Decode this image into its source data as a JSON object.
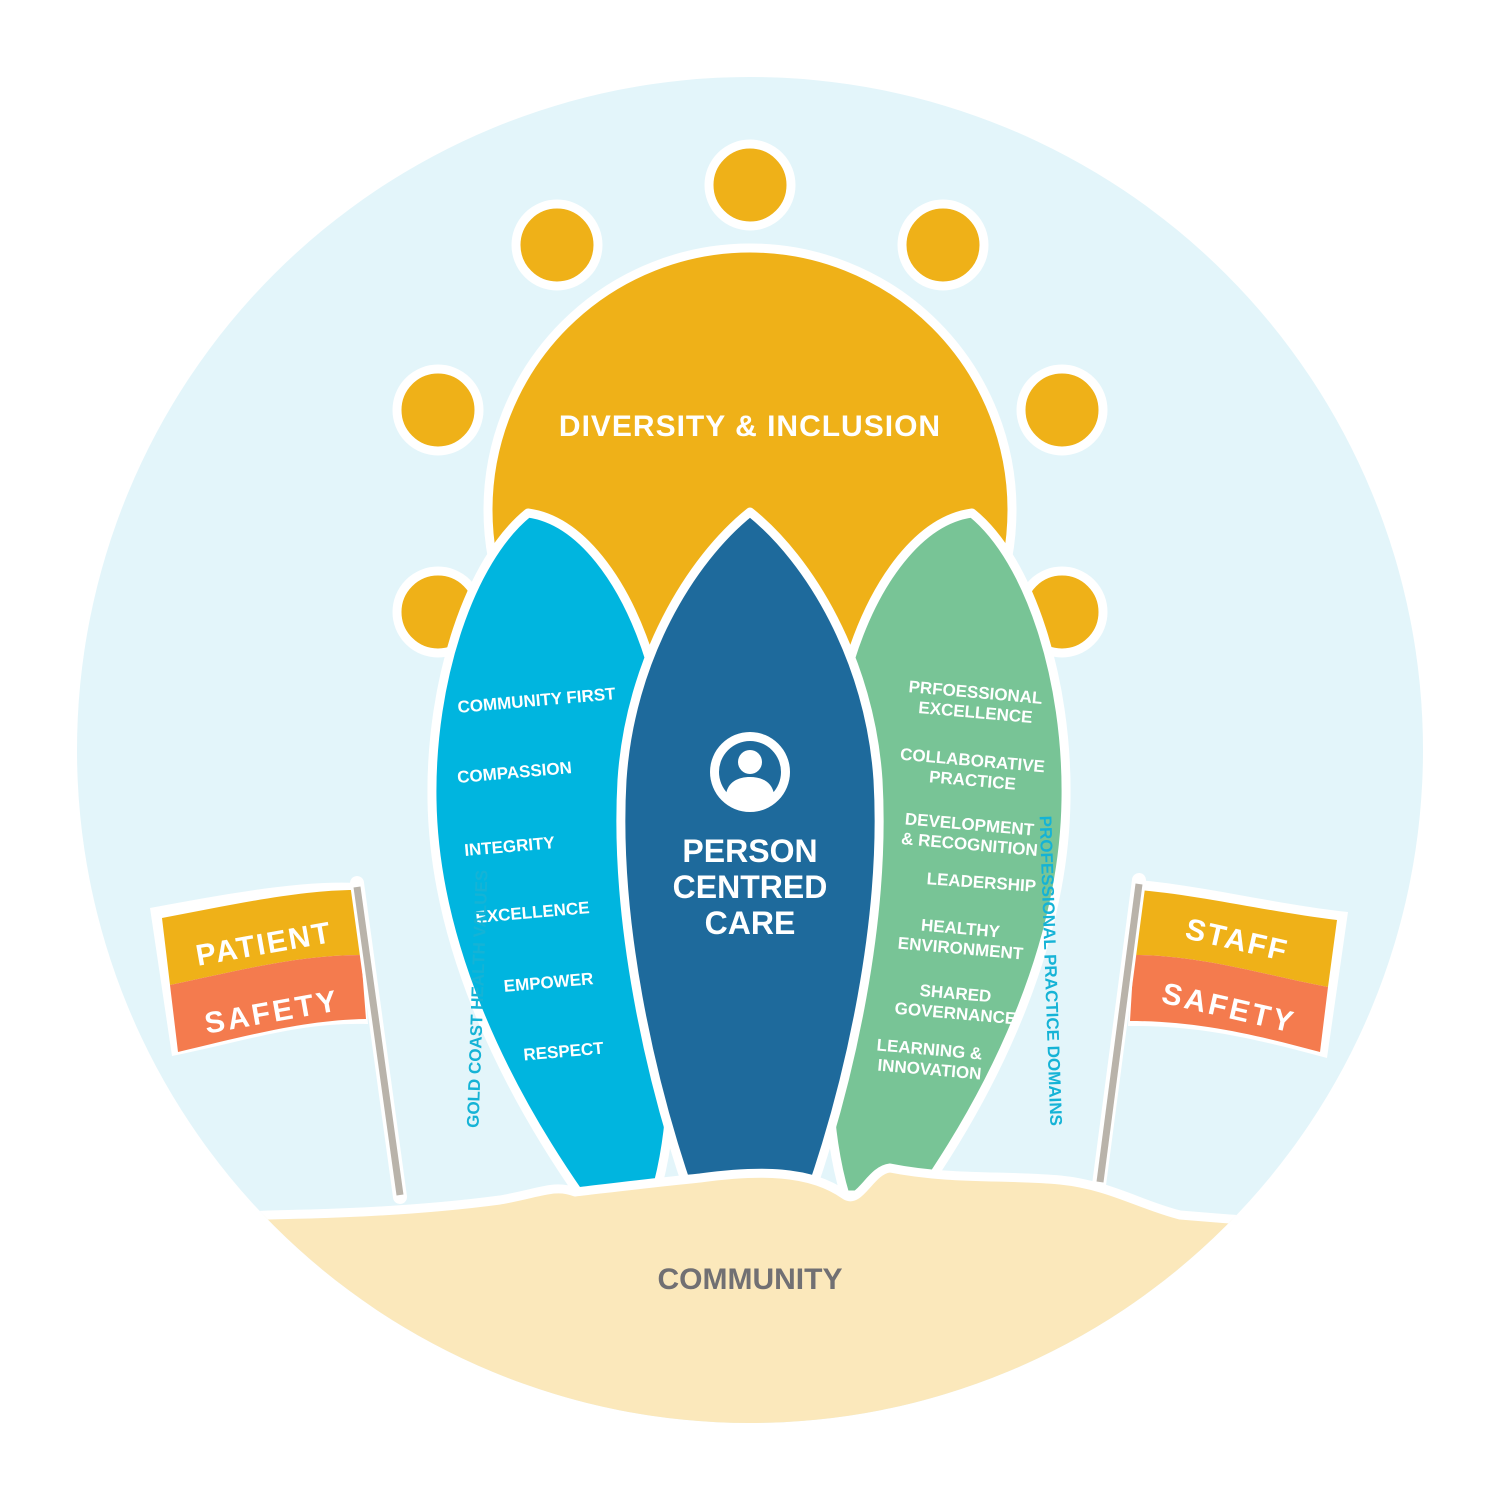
{
  "sun": {
    "label": "DIVERSITY & INCLUSION"
  },
  "center_board": {
    "title_lines": [
      "PERSON",
      "CENTRED",
      "CARE"
    ],
    "icon": "person-icon"
  },
  "left_board": {
    "values": [
      "COMMUNITY FIRST",
      "COMPASSION",
      "INTEGRITY",
      "EXCELLENCE",
      "EMPOWER",
      "RESPECT"
    ]
  },
  "right_board": {
    "domains": [
      [
        "PRFOESSIONAL",
        "EXCELLENCE"
      ],
      [
        "COLLABORATIVE",
        "PRACTICE"
      ],
      [
        "DEVELOPMENT",
        "& RECOGNITION"
      ],
      [
        "LEADERSHIP"
      ],
      [
        "HEALTHY",
        "ENVIRONMENT"
      ],
      [
        "SHARED",
        "GOVERNANCE"
      ],
      [
        "LEARNING &",
        "INNOVATION"
      ]
    ]
  },
  "side_labels": {
    "left": "GOLD COAST HEALTH VALUES",
    "right": "PROFESSIONAL PRACTICE DOMAINS"
  },
  "flags": {
    "left": {
      "top": "PATIENT",
      "bottom": "SAFETY"
    },
    "right": {
      "top": "STAFF",
      "bottom": "SAFETY"
    }
  },
  "ground": {
    "label": "COMMUNITY"
  },
  "colors": {
    "sky": "#e3f5fa",
    "sun": "#efb118",
    "left_board": "#00b5df",
    "center_board": "#1e6a9c",
    "right_board": "#78c496",
    "sand": "#fbe8bb",
    "flag_orange": "#f47b4e",
    "side_label": "#15b3d6",
    "ground_text": "#717073"
  }
}
